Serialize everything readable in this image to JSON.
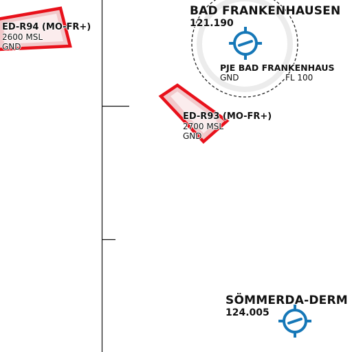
{
  "colors": {
    "restricted_stroke": "#e8111b",
    "restricted_fill": "#f2c9cb",
    "airport_blue": "#1577b7",
    "pje_dash": "#222222",
    "pje_fill": "#ececec",
    "map_line": "#111111"
  },
  "airports": [
    {
      "name": "BAD FRANKENHAUSEN",
      "frequency": "121.190",
      "icon": "airport-icon"
    },
    {
      "name": "SÖMMERDA-DERM",
      "frequency": "124.005",
      "icon": "airport-icon"
    }
  ],
  "pje_area": {
    "name": "PJE BAD FRANKENHAUS",
    "lower": "GND",
    "upper": "FL 100"
  },
  "restricted_areas": [
    {
      "name": "ED-R94 (MO-FR+)",
      "upper": "2600 MSL",
      "lower": "GND"
    },
    {
      "name": "ED-R93 (MO-FR+)",
      "upper": "2700 MSL",
      "lower": "GND"
    }
  ]
}
